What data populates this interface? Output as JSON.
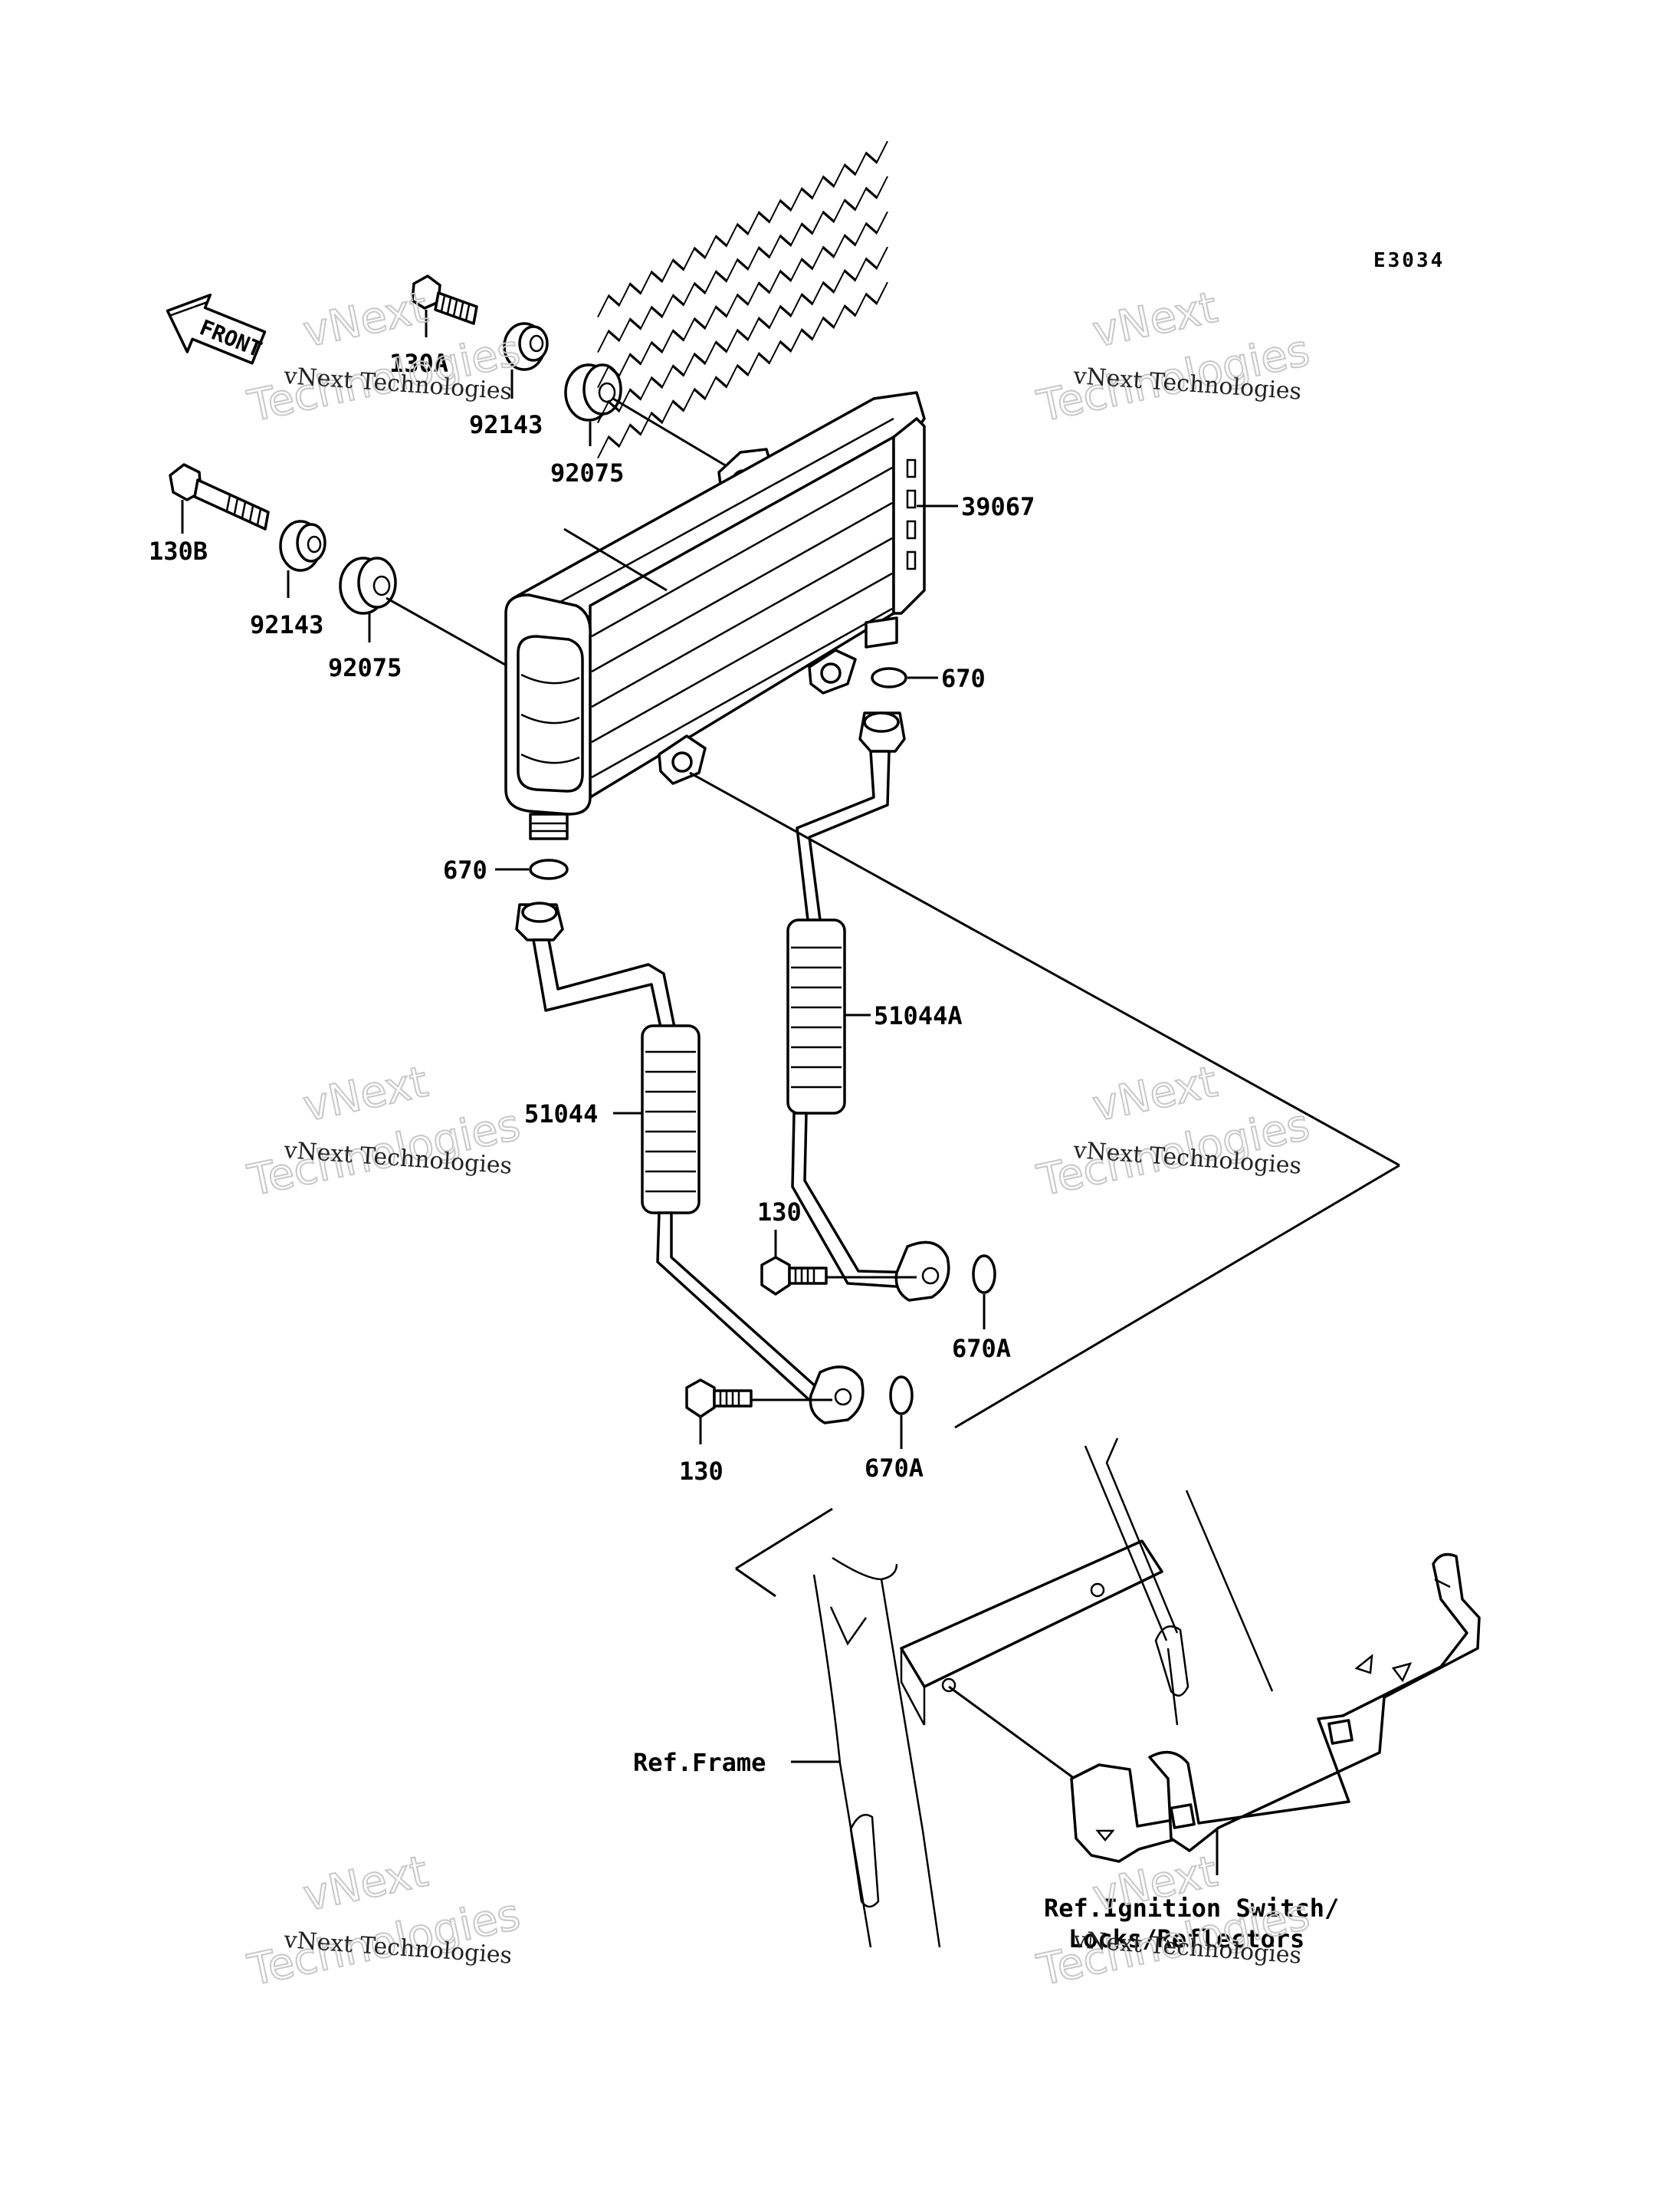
{
  "diagram": {
    "code": "E3034",
    "front_label": "FRONT",
    "labels": {
      "bolt_130a": "130A",
      "collar_92143_top": "92143",
      "grommet_92075_top": "92075",
      "oil_cooler_39067": "39067",
      "bolt_130b": "130B",
      "collar_92143_left": "92143",
      "grommet_92075_left": "92075",
      "oring_670_right": "670",
      "oring_670_left": "670",
      "pipe_51044a": "51044A",
      "pipe_51044": "51044",
      "bolt_130_upper": "130",
      "oring_670a_upper": "670A",
      "bolt_130_lower": "130",
      "oring_670a_lower": "670A",
      "ref_frame": "Ref.Frame",
      "ref_ignition_line1": "Ref.Ignition Switch/",
      "ref_ignition_line2": "Locks/Reflectors"
    },
    "watermark": {
      "line1": "vNext Technologies",
      "line2": "vNext",
      "line3": "Technologies"
    }
  }
}
